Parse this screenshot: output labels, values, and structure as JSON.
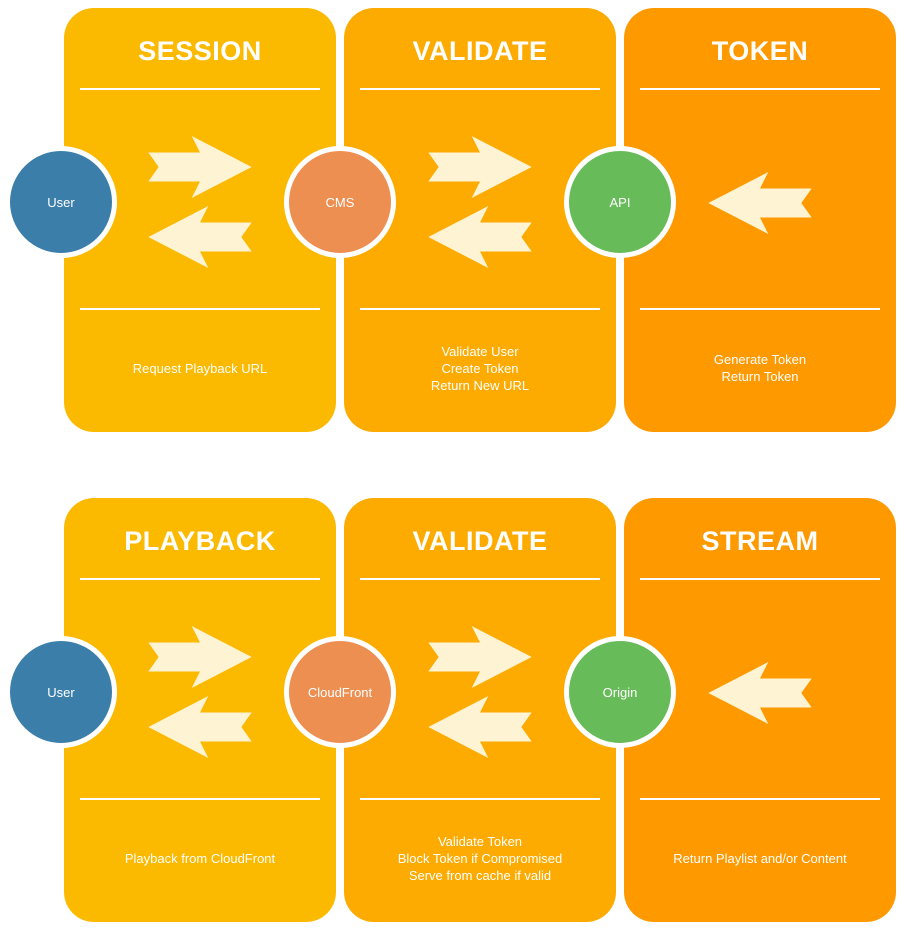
{
  "colors": {
    "panel_1": "#FBBA00",
    "panel_2": "#FDAB00",
    "panel_3": "#FF9900",
    "arrow_fill": "#FEF3D2",
    "user_node": "#3B7EAA",
    "middle_node": "#EE8F52",
    "right_node": "#68BB59"
  },
  "rows": [
    {
      "panels": [
        {
          "title": "SESSION",
          "lines": [
            "Request Playback URL"
          ]
        },
        {
          "title": "VALIDATE",
          "lines": [
            "Validate User",
            "Create Token",
            "Return New URL"
          ]
        },
        {
          "title": "TOKEN",
          "lines": [
            "Generate Token",
            "Return Token"
          ]
        }
      ],
      "nodes": {
        "left": "User",
        "middle": "CMS",
        "right": "API"
      }
    },
    {
      "panels": [
        {
          "title": "PLAYBACK",
          "lines": [
            "Playback from CloudFront"
          ]
        },
        {
          "title": "VALIDATE",
          "lines": [
            "Validate Token",
            "Block Token if Compromised",
            "Serve from cache if valid"
          ]
        },
        {
          "title": "STREAM",
          "lines": [
            "Return Playlist and/or Content"
          ]
        }
      ],
      "nodes": {
        "left": "User",
        "middle": "CloudFront",
        "right": "Origin"
      }
    }
  ]
}
